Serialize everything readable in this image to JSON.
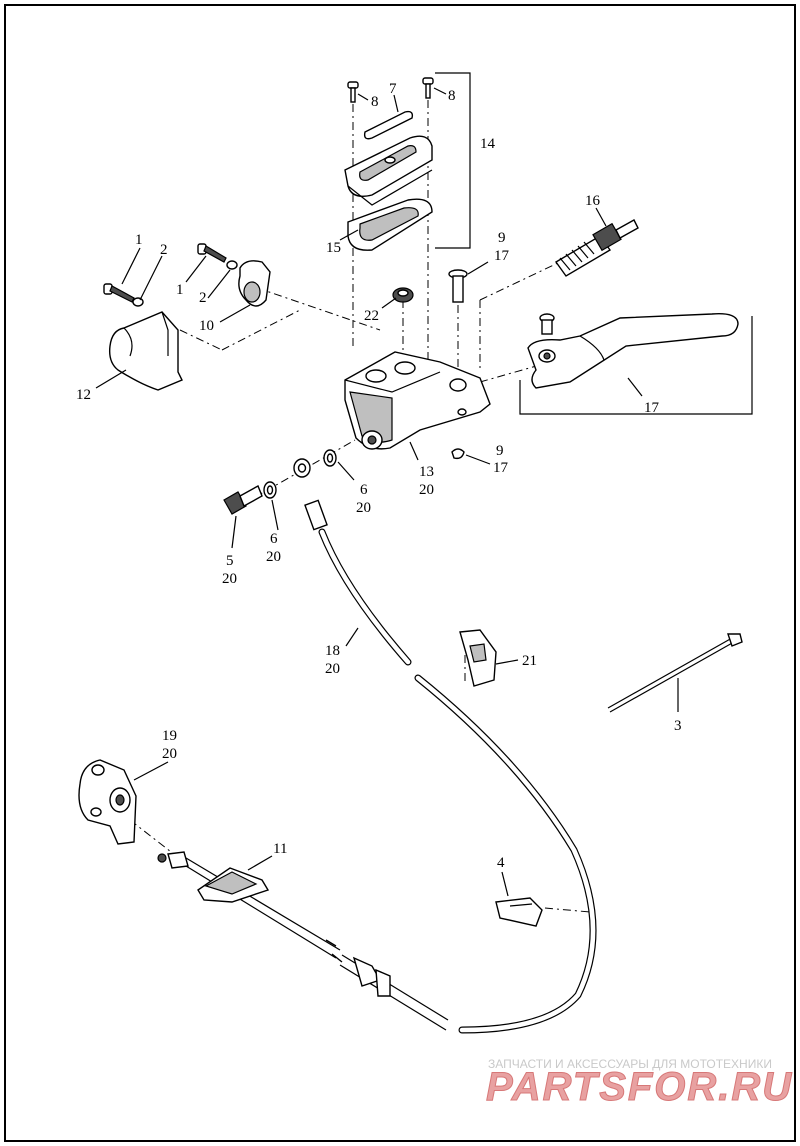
{
  "callouts": {
    "c1a": "1",
    "c2a": "2",
    "c1b": "1",
    "c2b": "2",
    "c3": "3",
    "c4": "4",
    "c5": "5",
    "c5b": "20",
    "c6a": "6",
    "c6a2": "20",
    "c6b": "6",
    "c6b2": "20",
    "c7": "7",
    "c8a": "8",
    "c8b": "8",
    "c9a": "9",
    "c9a2": "17",
    "c9b": "9",
    "c9b2": "17",
    "c10": "10",
    "c11": "11",
    "c12": "12",
    "c13": "13",
    "c13b": "20",
    "c14": "14",
    "c15": "15",
    "c16": "16",
    "c17": "17",
    "c18": "18",
    "c18b": "20",
    "c19": "19",
    "c19b": "20",
    "c21": "21",
    "c22": "22"
  },
  "watermark": {
    "caption": "ЗАПЧАСТИ И АКСЕССУАРЫ ДЛЯ МОТОТЕХНИКИ",
    "logo": "PARTSFOR.RU"
  }
}
